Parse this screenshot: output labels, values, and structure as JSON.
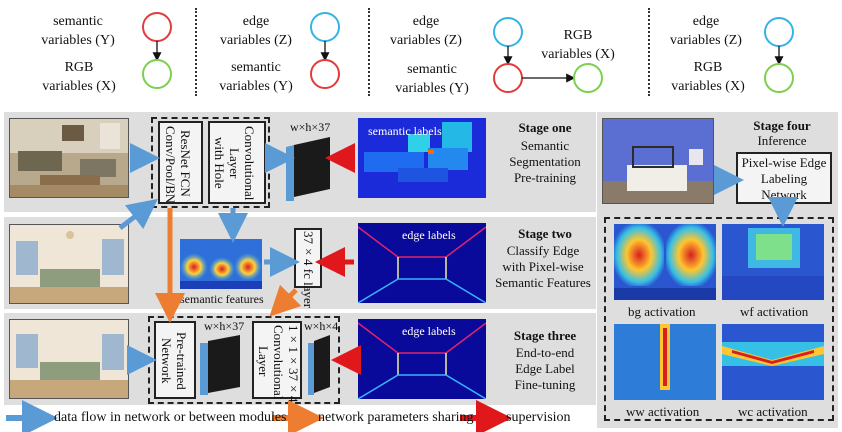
{
  "legend_top": {
    "g1": {
      "top": "semantic\nvariables (Y)",
      "bottom": "RGB\nvariables (X)"
    },
    "g2": {
      "top": "edge\nvariables (Z)",
      "bottom": "semantic\nvariables (Y)"
    },
    "g3": {
      "top": "edge\nvariables (Z)",
      "middle": "semantic\nvariables (Y)",
      "right": "RGB\nvariables (X)"
    },
    "g4": {
      "top": "edge\nvariables (Z)",
      "bottom": "RGB\nvariables (X)"
    }
  },
  "colors": {
    "semantic": "#e23b3b",
    "rgb": "#7ccf4f",
    "edge": "#35b3e6",
    "dataflow": "#5b9bd5",
    "sharing": "#ed7d31",
    "supervision": "#e0171b"
  },
  "stage1": {
    "title": "Stage one",
    "desc": "Semantic\nSegmentation\nPre-training",
    "resnet": "ResNet FCN\nConv/Pool/BN",
    "conv": "Convolutional\nLayer\nwith Hole",
    "dims": "w×h×37",
    "labels": "semantic labels"
  },
  "stage2": {
    "title": "Stage two",
    "desc": "Classify Edge\nwith Pixel-wise\nSemantic Features",
    "features": "semantic features",
    "fc": "37×4 fc layer",
    "labels": "edge labels"
  },
  "stage3": {
    "title": "Stage three",
    "desc": "End-to-end\nEdge Label\nFine-tuning",
    "pretrained": "Pre-trained\nNetwork",
    "dims1": "w×h×37",
    "conv": "1×1×37×4\nConvolutional\nLayer",
    "dims2": "w×h×4",
    "labels": "edge labels"
  },
  "stage4": {
    "title": "Stage four",
    "subtitle": "Inference",
    "network": "Pixel-wise Edge\nLabeling\nNetwork",
    "activations": [
      "bg activation",
      "wf activation",
      "ww activation",
      "wc activation"
    ]
  },
  "bottom_legend": {
    "dataflow": "data flow in network or between modules",
    "sharing": "network parameters sharing",
    "supervision": "supervision"
  }
}
